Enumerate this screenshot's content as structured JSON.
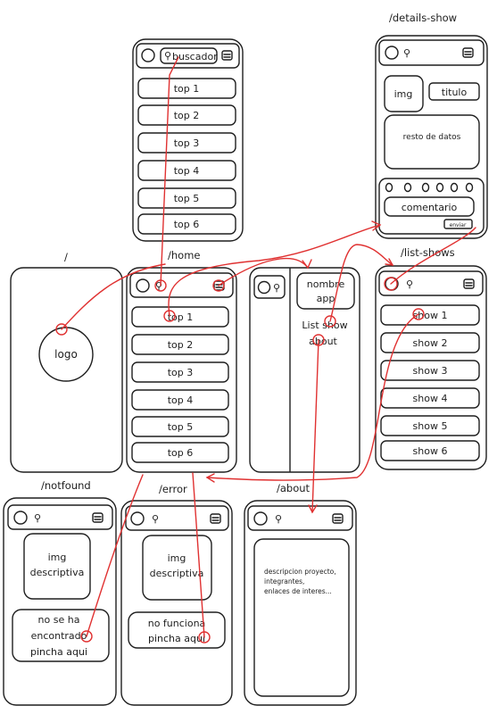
{
  "routes": {
    "details_show": "/details-show",
    "root": "/",
    "home": "/home",
    "list_shows": "/list-shows",
    "notfound": "/notfound",
    "error": "/error",
    "about": "/about"
  },
  "search": {
    "placeholder": "buscador"
  },
  "top_search": {
    "items": [
      "top 1",
      "top 2",
      "top 3",
      "top 4",
      "top 5",
      "top 6"
    ]
  },
  "home": {
    "items": [
      "top 1",
      "top 2",
      "top 3",
      "top 4",
      "top 5",
      "top 6"
    ]
  },
  "splash": {
    "logo": "logo"
  },
  "menu": {
    "app_name_line1": "nombre",
    "app_name_line2": "app",
    "link_list": "List show",
    "link_about": "about"
  },
  "details": {
    "img": "img",
    "titulo": "titulo",
    "resto": "resto de datos",
    "comentario": "comentario",
    "enviar": "enviar"
  },
  "list_shows": {
    "items": [
      "show 1",
      "show 2",
      "show 3",
      "show 4",
      "show 5",
      "show 6"
    ]
  },
  "notfound": {
    "img_line1": "img",
    "img_line2": "descriptiva",
    "msg_line1": "no se ha",
    "msg_line2": "encontrado",
    "msg_line3": "pincha aqui"
  },
  "error": {
    "img_line1": "img",
    "img_line2": "descriptiva",
    "msg_line1": "no funciona",
    "msg_line2": "pincha aqui"
  },
  "about": {
    "desc_line1": "descripcion proyecto,",
    "desc_line2": "integrantes,",
    "desc_line3": "enlaces de interes..."
  },
  "colors": {
    "stroke": "#1e1e1e",
    "link": "#e03131"
  }
}
